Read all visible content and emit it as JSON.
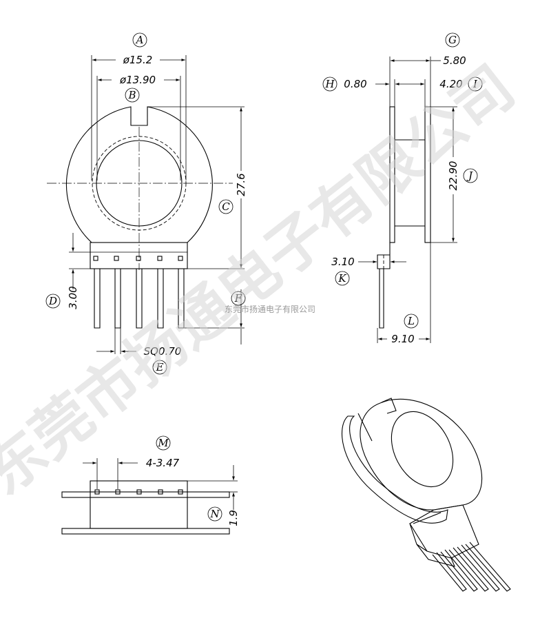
{
  "watermark": {
    "large_text": "东莞市扬通电子有限公司",
    "small_text": "东莞市扬通电子有限公司"
  },
  "labels": {
    "A": "A",
    "B": "B",
    "C": "C",
    "D": "D",
    "E": "E",
    "F": "F",
    "G": "G",
    "H": "H",
    "I": "I",
    "J": "J",
    "K": "K",
    "L": "L",
    "M": "M",
    "N": "N"
  },
  "dimensions": {
    "A": "ø15.2",
    "B": "ø13.90",
    "C": "27.6",
    "D": "3.00",
    "E": "SQ0.70",
    "G": "5.80",
    "H": "0.80",
    "I": "4.20",
    "J": "22.90",
    "K": "3.10",
    "L": "9.10",
    "M": "4-3.47",
    "N": "1.9"
  }
}
